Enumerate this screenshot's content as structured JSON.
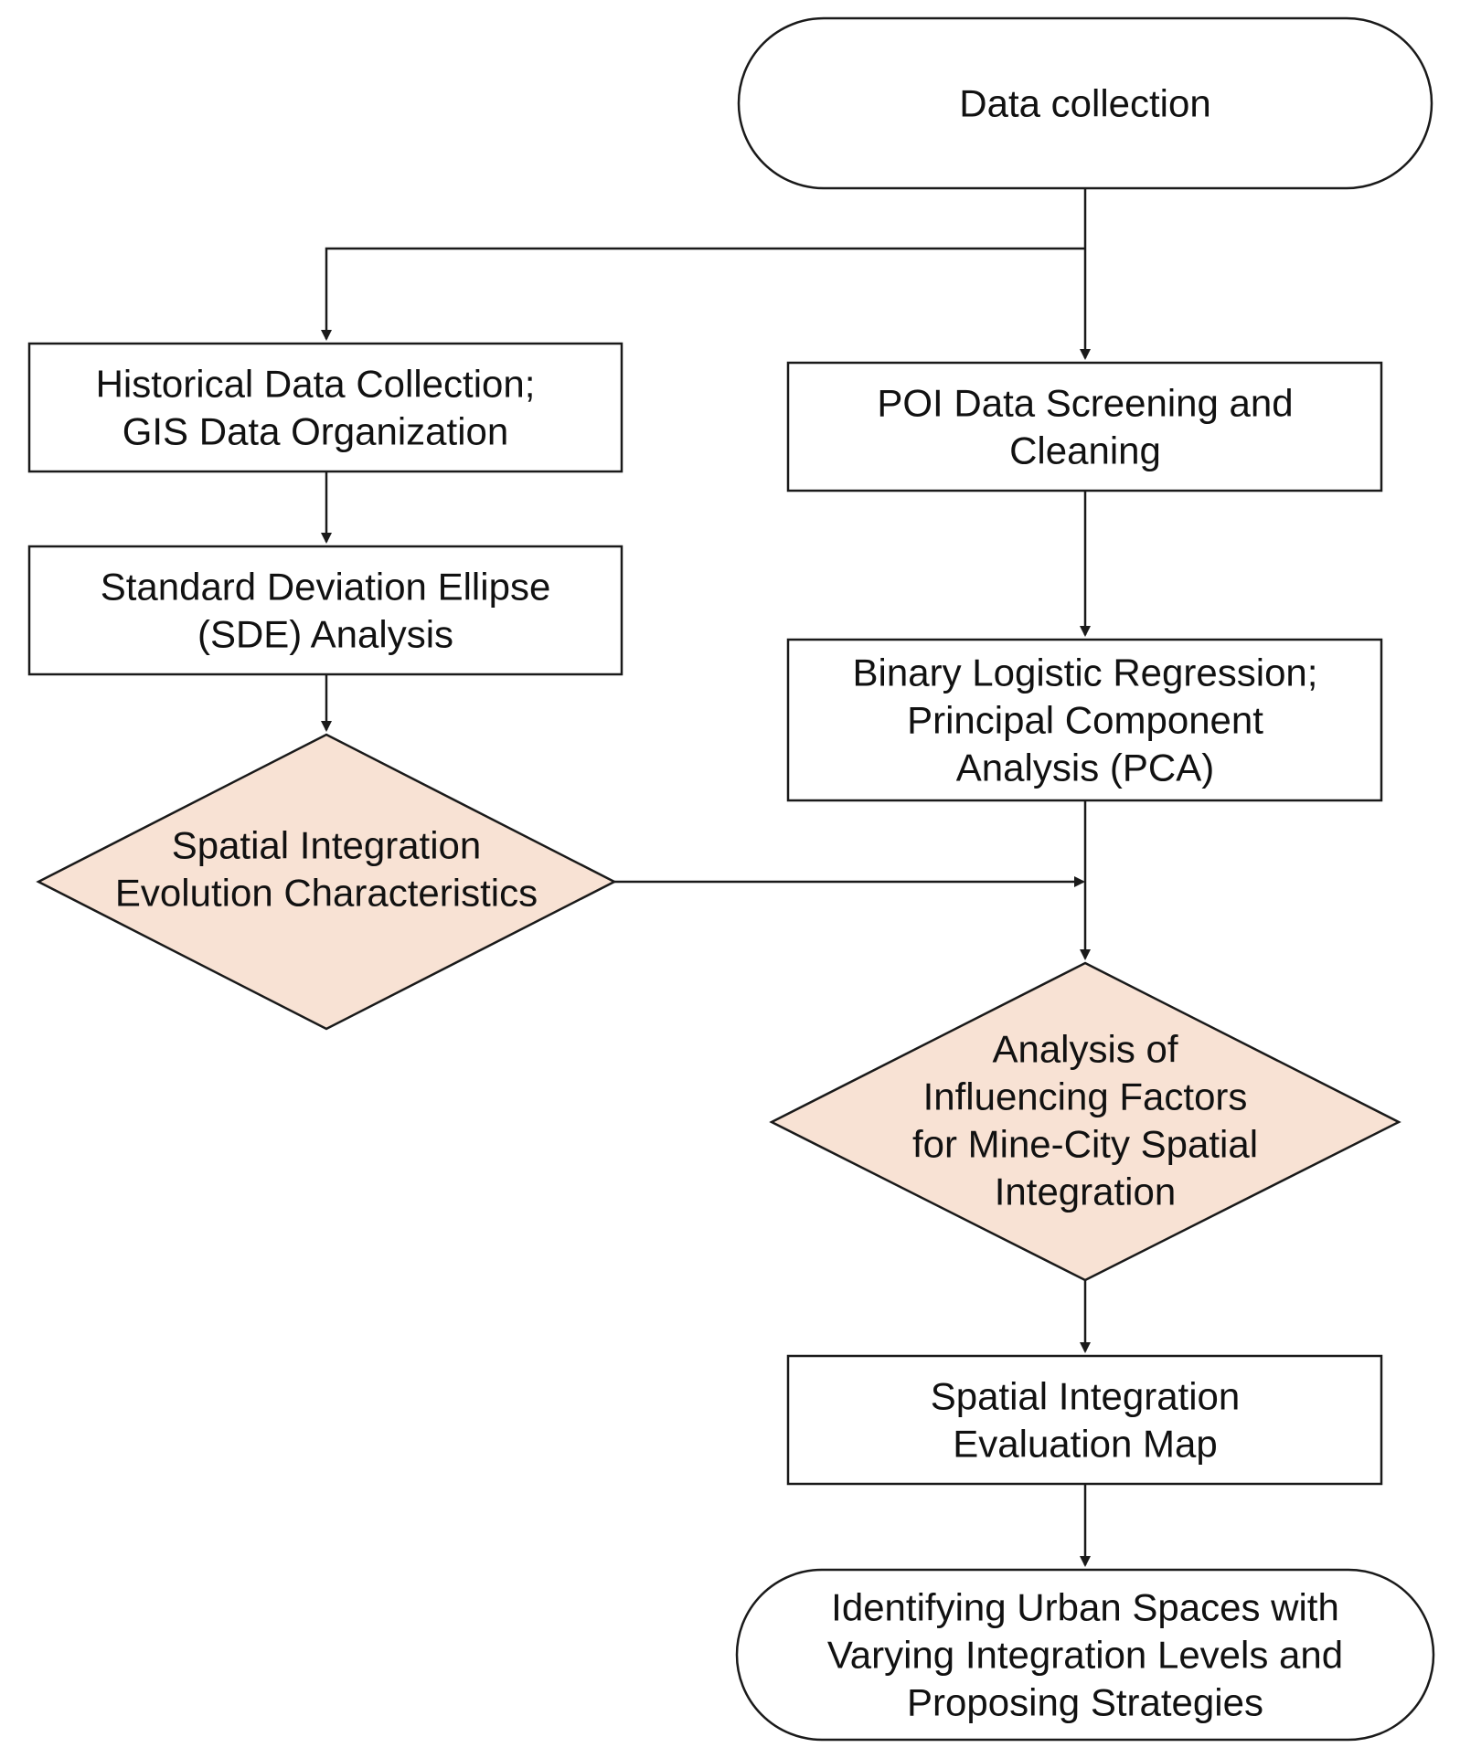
{
  "colors": {
    "stroke": "#1a1a1a",
    "box_fill": "#ffffff",
    "terminal_fill": "#ffffff",
    "decision_fill": "#f8e2d4",
    "text": "#111111"
  },
  "nodes": {
    "start": {
      "lines": [
        "Data collection"
      ]
    },
    "historical": {
      "lines": [
        "Historical Data Collection;",
        "GIS Data Organization"
      ]
    },
    "poi": {
      "lines": [
        "POI Data Screening and",
        "Cleaning"
      ]
    },
    "sde": {
      "lines": [
        "Standard Deviation Ellipse",
        "(SDE) Analysis"
      ]
    },
    "regression": {
      "lines": [
        "Binary Logistic Regression;",
        "Principal Component",
        "Analysis (PCA)"
      ]
    },
    "evolution": {
      "lines": [
        "Spatial Integration",
        "Evolution Characteristics"
      ]
    },
    "factors": {
      "lines": [
        "Analysis of",
        "Influencing Factors",
        "for Mine-City Spatial",
        "Integration"
      ]
    },
    "evaluation": {
      "lines": [
        "Spatial Integration",
        "Evaluation Map"
      ]
    },
    "end": {
      "lines": [
        "Identifying Urban Spaces with",
        "Varying Integration Levels and",
        "Proposing Strategies"
      ]
    }
  }
}
